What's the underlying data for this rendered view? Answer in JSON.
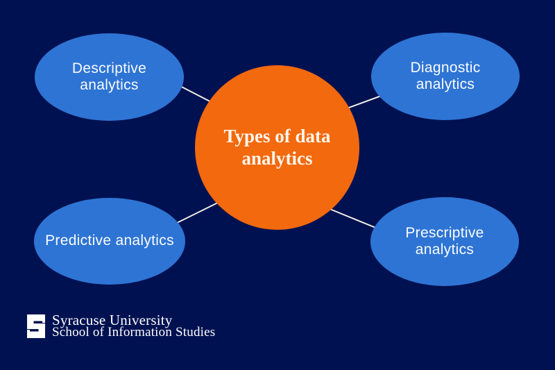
{
  "diagram": {
    "center": {
      "label": "Types of data\nanalytics"
    },
    "nodes": [
      {
        "id": "descriptive",
        "label": "Descriptive\nanalytics"
      },
      {
        "id": "diagnostic",
        "label": "Diagnostic\nanalytics"
      },
      {
        "id": "predictive",
        "label": "Predictive analytics"
      },
      {
        "id": "prescriptive",
        "label": "Prescriptive\nanalytics"
      }
    ]
  },
  "footer": {
    "logo_icon": "syracuse-block-s-logo",
    "line1": "Syracuse University",
    "line2": "School of Information Studies"
  },
  "colors": {
    "background": "#001151",
    "node_fill": "#2E74D4",
    "center_fill": "#F2690E",
    "connector": "#F2EEE6",
    "node_text": "#FAFCFF",
    "center_text": "#FFF6EC",
    "logo_text": "#FFFFFF"
  }
}
